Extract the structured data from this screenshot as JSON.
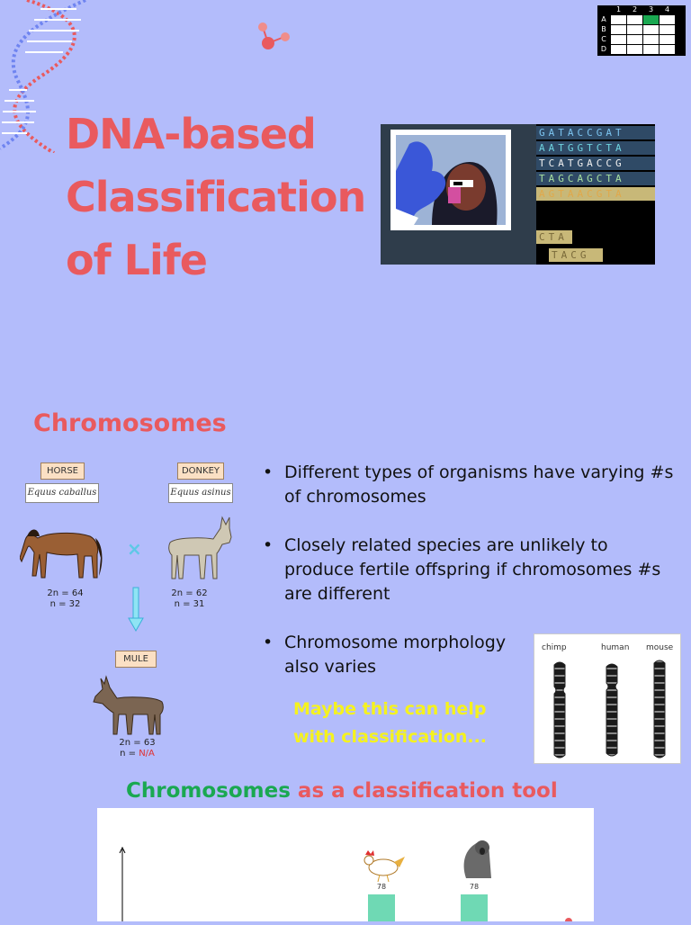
{
  "title": {
    "line1": "DNA-based",
    "line2": "Classification",
    "line3": "of Life"
  },
  "grid": {
    "cols": [
      "1",
      "2",
      "3",
      "4"
    ],
    "rows": [
      "A",
      "B",
      "C",
      "D"
    ]
  },
  "sequence": {
    "rows": [
      "GATACCGAT",
      "AATGGTCTA",
      "TCATGACCG",
      "TAGCAGCTA",
      "AGTAACGTA"
    ],
    "frag1": "CTA",
    "frag2": "TACG"
  },
  "chromosomes": {
    "heading": "Chromosomes",
    "horse": {
      "tag": "HORSE",
      "sci": "Equus caballus",
      "c1": "2n = 64",
      "c2": "n = 32"
    },
    "donkey": {
      "tag": "DONKEY",
      "sci": "Equus asinus",
      "c1": "2n = 62",
      "c2": "n = 31"
    },
    "mule": {
      "tag": "MULE",
      "c1": "2n = 63",
      "c2_prefix": "n = ",
      "c2_value": "N/A"
    },
    "cross_symbol": "×"
  },
  "bullets": [
    "Different types of organisms have varying #s of chromosomes",
    "Closely related species are unlikely to produce fertile offspring if chromosomes #s are different",
    "Chromosome morphology also varies"
  ],
  "maybe_text": "Maybe this can help with classification...",
  "karyotype": {
    "labels": [
      "chimp",
      "human",
      "mouse"
    ]
  },
  "tool_heading": {
    "green": "Chromosomes",
    "red": " as a classification tool"
  },
  "chart_data": {
    "type": "bar",
    "categories": [
      "",
      ""
    ],
    "values": [
      78,
      78
    ],
    "title": "",
    "xlabel": "",
    "ylabel": "",
    "data_labels": [
      "78",
      "78"
    ]
  },
  "colors": {
    "background": "#b3bcfb",
    "title": "#e95a5e",
    "highlight": "#f5f21e",
    "green": "#1aa851",
    "bar": "#6fd9b4"
  }
}
